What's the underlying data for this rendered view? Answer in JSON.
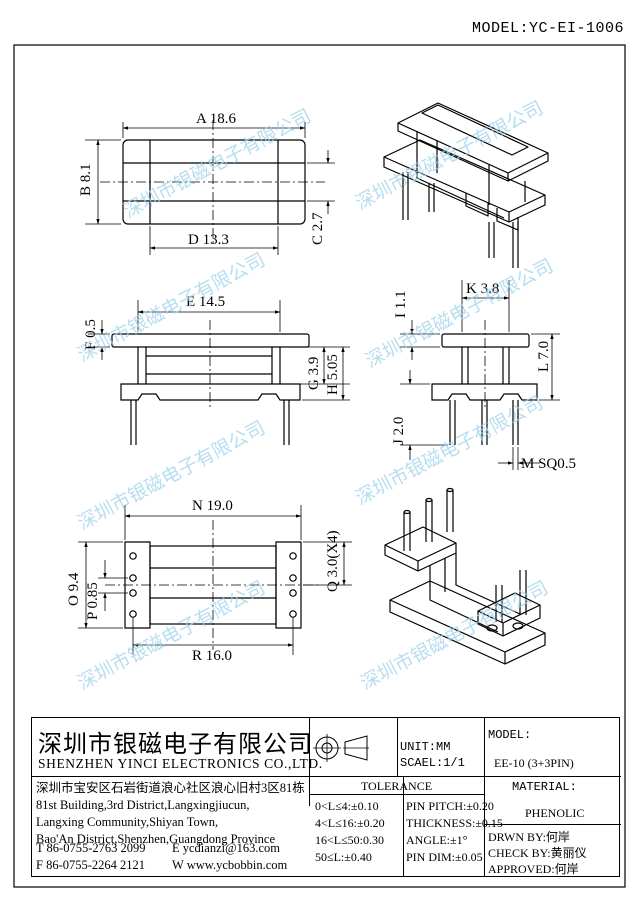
{
  "model_header": "MODEL:YC-EI-1006",
  "watermark": "深圳市银磁电子有限公司",
  "dimensions": {
    "A": "A 18.6",
    "B": "B 8.1",
    "C": "C 2.7",
    "D": "D 13.3",
    "E": "E 14.5",
    "F": "F 0.5",
    "G": "G 3.9",
    "H": "H 5.05",
    "I": "I 1.1",
    "K": "K 3.8",
    "L": "L 7.0",
    "J": "J 2.0",
    "M": "M SQ0.5",
    "N": "N 19.0",
    "O": "O 9.4",
    "P": "P 0.85",
    "Q": "Q 3.0(X4)",
    "R": "R 16.0"
  },
  "title_block": {
    "company_cn": "深圳市银磁电子有限公司",
    "company_en": "SHENZHEN YINCI ELECTRONICS CO.,LTD.",
    "address_cn": "深圳市宝安区石岩街道浪心社区浪心旧村3区81栋",
    "address_en_1": "81st Building,3rd District,Langxingjiucun,",
    "address_en_2": "Langxing Community,Shiyan Town,",
    "address_en_3": "Bao'An District,Shenzhen,Guangdong Province",
    "tel": "T 86-0755-2763 2099",
    "email": "E ycdianzi@163.com",
    "fax": "F 86-0755-2264 2121",
    "web": "W www.ycbobbin.com",
    "unit": "UNIT:MM",
    "scale": "SCAEL:1/1",
    "model_label": "MODEL:",
    "model_value": "EE-10 (3+3PIN)",
    "tolerance_title": "TOLERANCE",
    "tol_1": "0<L≤4:±0.10",
    "tol_2": "4<L≤16:±0.20",
    "tol_3": "16<L≤50:0.30",
    "tol_4": "50≤L:±0.40",
    "pin_pitch": "PIN PITCH:±0.20",
    "thickness": "THICKNESS:±0.15",
    "angle": "ANGLE:±1°",
    "pin_dim": "PIN DIM:±0.05",
    "material_label": "MATERIAL:",
    "material_value": "PHENOLIC",
    "drawn_by": "DRWN BY:何岸",
    "check_by": "CHECK BY:黄丽仪",
    "approved": "APPROVED:何岸"
  }
}
